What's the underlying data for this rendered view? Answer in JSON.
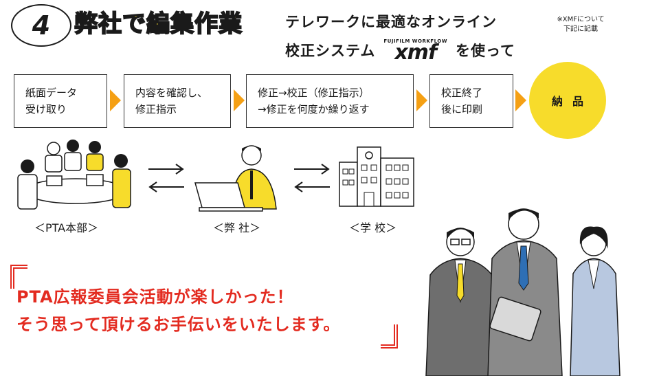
{
  "header": {
    "step_number": "4",
    "headline": "弊社で編集作業",
    "subtitle_line1": "テレワークに最適なオンライン",
    "subtitle_line2_prefix": "校正システム",
    "logo_top": "FUJIFILM WORKFLOW",
    "logo_mark": "xmf",
    "subtitle_line2_suffix": "を使って",
    "note_line1": "※XMFについて",
    "note_line2": "下記に記載"
  },
  "flow": {
    "steps": [
      {
        "line1": "紙面データ",
        "line2": "受け取り"
      },
      {
        "line1": "内容を確認し、",
        "line2": "修正指示"
      },
      {
        "line1": "修正→校正（修正指示）",
        "line2": "→修正を何度か繰り返す"
      },
      {
        "line1": "校正終了",
        "line2": "後に印刷"
      }
    ],
    "final": "納品"
  },
  "illustrations": {
    "pta_label": "＜PTA本部＞",
    "company_label": "＜弊 社＞",
    "school_label": "＜学 校＞"
  },
  "message": {
    "line1": "PTA広報委員会活動が楽しかった！",
    "line2": "そう思って頂けるお手伝いをいたします。"
  },
  "colors": {
    "yellow": "#f7dc2b",
    "orange": "#f5a014",
    "red": "#e32b20",
    "ink": "#1a1a1a"
  }
}
